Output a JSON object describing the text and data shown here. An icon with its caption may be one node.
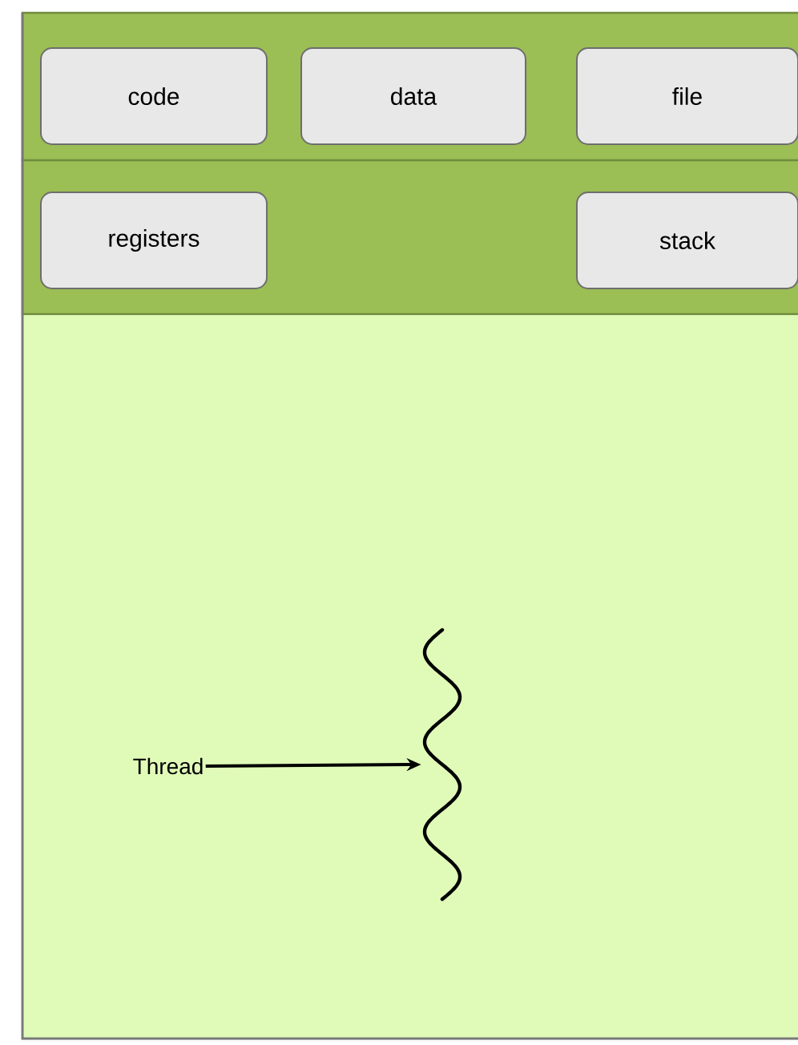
{
  "diagram": {
    "nodes": [
      {
        "text": [
          "code"
        ]
      },
      {
        "text": [
          "data"
        ]
      },
      {
        "text": [
          "file"
        ]
      },
      {
        "text": [
          "registers"
        ]
      },
      {
        "text": [
          "stack"
        ]
      },
      {
        "text": [
          "Thread"
        ]
      },
      {
        "text": [],
        "shape": "wave"
      }
    ],
    "edges": [
      {
        "from": 5,
        "to": 6,
        "arrow": "to"
      }
    ]
  }
}
